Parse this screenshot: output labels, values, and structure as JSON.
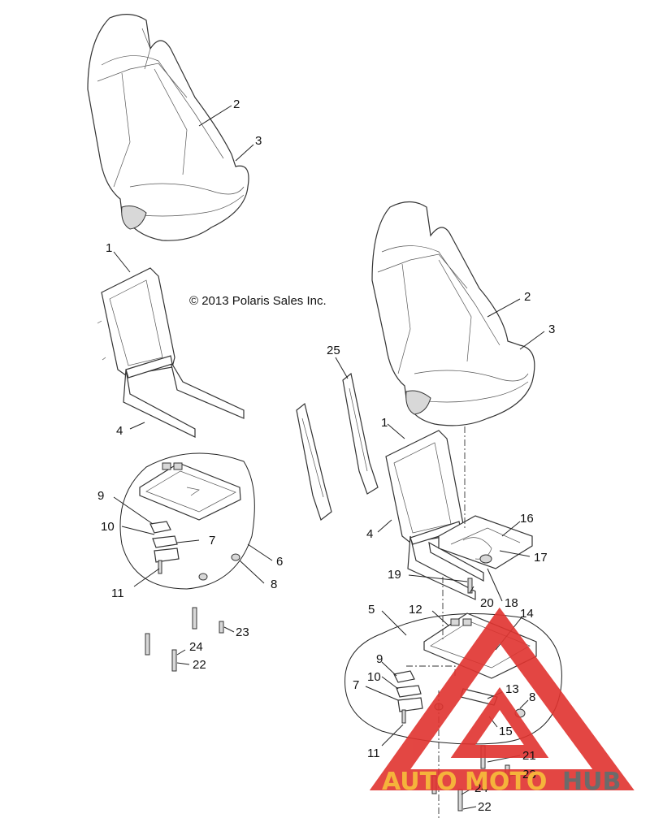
{
  "copyright": "© 2013 Polaris Sales Inc.",
  "callouts": {
    "seat_left_2": "2",
    "seat_left_3": "3",
    "frame_left_1": "1",
    "frame_left_4": "4",
    "kit_left_6": "6",
    "kit_left_7": "7",
    "kit_left_8": "8",
    "kit_left_9": "9",
    "kit_left_10": "10",
    "kit_left_11": "11",
    "hw_left_22": "22",
    "hw_left_23": "23",
    "hw_left_24": "24",
    "seat_right_2": "2",
    "seat_right_3": "3",
    "rail_25": "25",
    "frame_right_1": "1",
    "frame_right_4": "4",
    "bracket_16": "16",
    "cable_17": "17",
    "part_18": "18",
    "part_19": "19",
    "part_20": "20",
    "kit_right_5": "5",
    "kit_right_12": "12",
    "kit_right_14": "14",
    "kit_right_9": "9",
    "kit_right_10": "10",
    "kit_right_7": "7",
    "kit_right_13": "13",
    "kit_right_8": "8",
    "kit_right_15": "15",
    "kit_right_11": "11",
    "hw_right_21": "21",
    "hw_right_23": "23",
    "hw_right_24": "24",
    "hw_right_22": "22"
  },
  "watermark": {
    "auto": "AUTO",
    "moto": "MOTO",
    "hub": "HUB"
  },
  "colors": {
    "watermark_red": "#e0332f",
    "watermark_orange": "#f5b33b",
    "watermark_gray": "#6b6b6b"
  }
}
